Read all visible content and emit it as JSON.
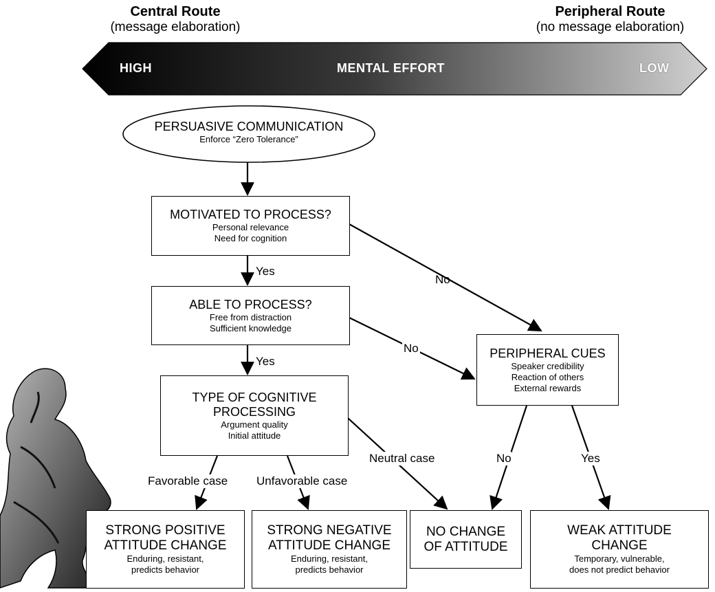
{
  "header": {
    "central": {
      "title": "Central Route",
      "subtitle": "(message elaboration)"
    },
    "peripheral": {
      "title": "Peripheral Route",
      "subtitle": "(no message elaboration)"
    }
  },
  "effort_bar": {
    "high": "HIGH",
    "center": "MENTAL EFFORT",
    "low": "LOW"
  },
  "nodes": {
    "start": {
      "title": "PERSUASIVE COMMUNICATION",
      "sub": "Enforce “Zero Tolerance”"
    },
    "motivated": {
      "title": "MOTIVATED TO PROCESS?",
      "sub1": "Personal relevance",
      "sub2": "Need for cognition"
    },
    "able": {
      "title": "ABLE TO PROCESS?",
      "sub1": "Free from distraction",
      "sub2": "Sufficient knowledge"
    },
    "type": {
      "title1": "TYPE OF COGNITIVE",
      "title2": "PROCESSING",
      "sub1": "Argument quality",
      "sub2": "Initial attitude"
    },
    "peripheral": {
      "title": "PERIPHERAL CUES",
      "sub1": "Speaker credibility",
      "sub2": "Reaction of others",
      "sub3": "External rewards"
    },
    "strong_pos": {
      "title1": "STRONG POSITIVE",
      "title2": "ATTITUDE CHANGE",
      "sub1": "Enduring, resistant,",
      "sub2": "predicts behavior"
    },
    "strong_neg": {
      "title1": "STRONG NEGATIVE",
      "title2": "ATTITUDE CHANGE",
      "sub1": "Enduring, resistant,",
      "sub2": "predicts behavior"
    },
    "no_change": {
      "title1": "NO CHANGE",
      "title2": "OF ATTITUDE"
    },
    "weak": {
      "title1": "WEAK ATTITUDE",
      "title2": "CHANGE",
      "sub1": "Temporary, vulnerable,",
      "sub2": "does not predict behavior"
    }
  },
  "edge_labels": {
    "motivated_yes": "Yes",
    "motivated_no": "No",
    "able_yes": "Yes",
    "able_no": "No",
    "favorable": "Favorable case",
    "unfavorable": "Unfavorable case",
    "neutral": "Neutral case",
    "peripheral_no": "No",
    "peripheral_yes": "Yes"
  },
  "colors": {
    "bar_dark": "#000000",
    "bar_light": "#d0d0d0",
    "line": "#000000"
  }
}
